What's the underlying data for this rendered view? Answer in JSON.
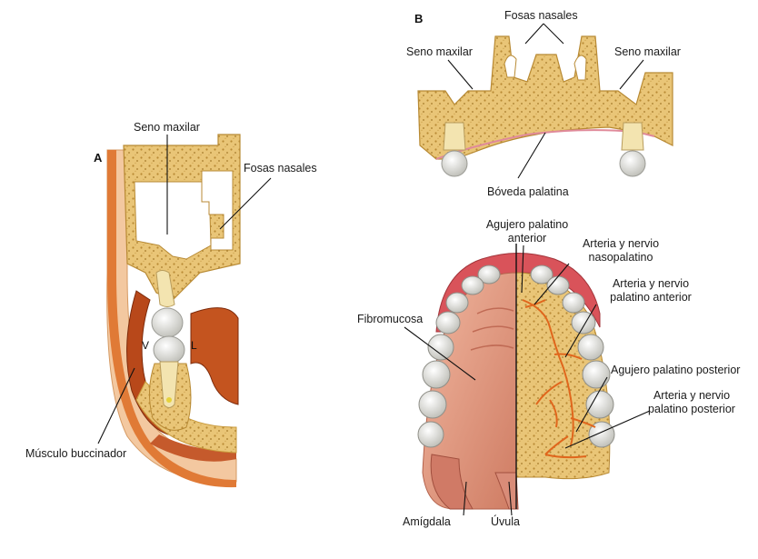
{
  "panel_a": {
    "letter": "A",
    "labels": {
      "seno_maxilar": "Seno maxilar",
      "fosas_nasales": "Fosas nasales",
      "musculo_buccinador": "Músculo buccinador",
      "vestibular": "V",
      "lingual": "L"
    }
  },
  "panel_b": {
    "letter": "B",
    "labels": {
      "fosas_nasales": "Fosas nasales",
      "seno_maxilar_left": "Seno maxilar",
      "seno_maxilar_right": "Seno maxilar",
      "boveda_palatina": "Bóveda palatina"
    }
  },
  "palate_view": {
    "labels": {
      "agujero_palatino_anterior_1": "Agujero palatino",
      "agujero_palatino_anterior_2": "anterior",
      "arteria_nasopalatino_1": "Arteria y nervio",
      "arteria_nasopalatino_2": "nasopalatino",
      "arteria_palatino_anterior_1": "Arteria y nervio",
      "arteria_palatino_anterior_2": "palatino anterior",
      "fibromucosa": "Fibromucosa",
      "agujero_palatino_posterior": "Agujero palatino posterior",
      "arteria_palatino_posterior_1": "Arteria y nervio",
      "arteria_palatino_posterior_2": "palatino posterior",
      "amigdala": "Amígdala",
      "uvula": "Úvula"
    }
  },
  "colors": {
    "bone": "#e8c274",
    "bone_dark": "#c99a3c",
    "muscle": "#c4541f",
    "muscle_light": "#e08a4a",
    "mucosa": "#e9a48a",
    "mucosa_dark": "#c9725a",
    "tooth": "#e9e9e4",
    "vessel": "#e0661c",
    "gum": "#d9535a"
  }
}
